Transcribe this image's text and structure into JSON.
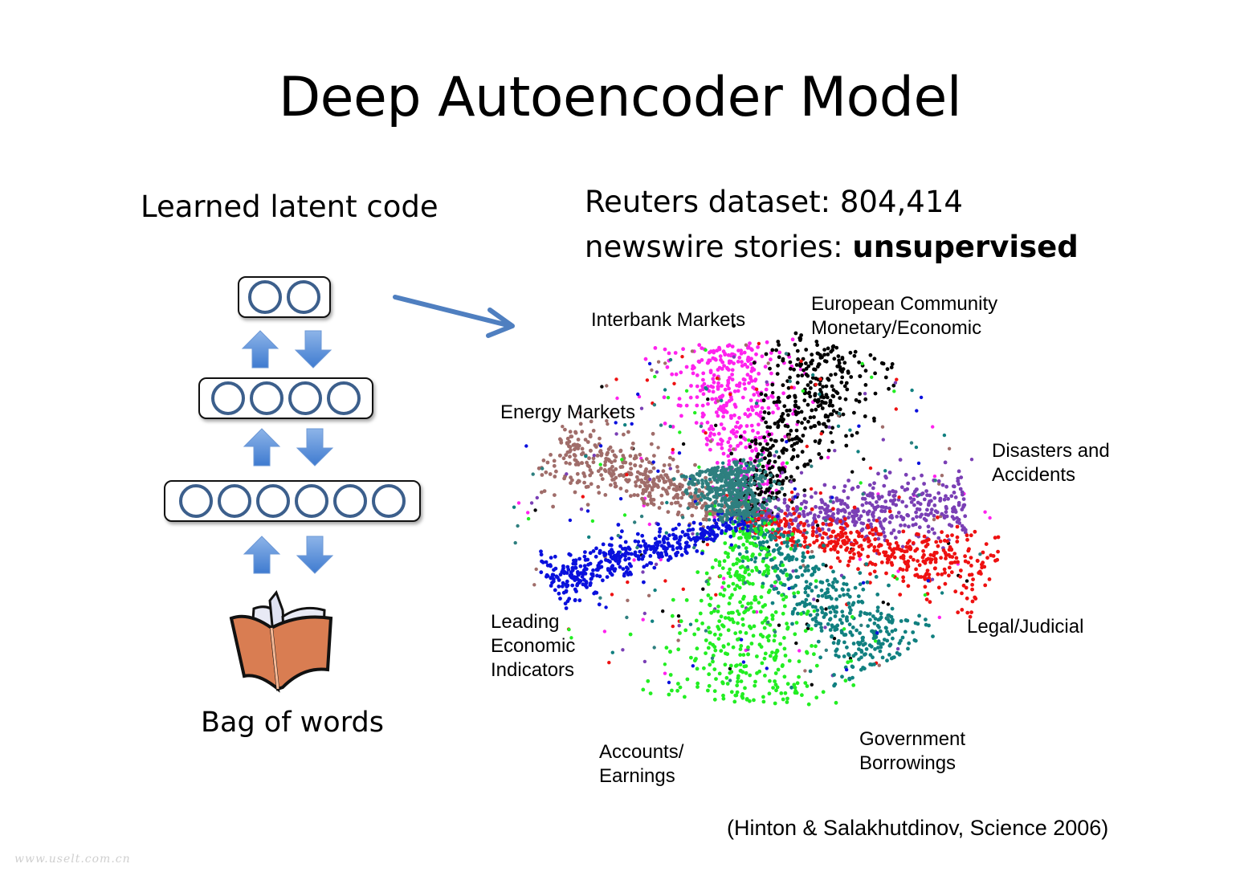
{
  "slide": {
    "title": "Deep Autoencoder Model",
    "left_heading": "Learned latent code",
    "right_heading_line1": "Reuters dataset: 804,414",
    "right_heading_line2_prefix": "newswire stories: ",
    "right_heading_line2_bold": "unsupervised",
    "bag_of_words_label": "Bag of words",
    "citation": "(Hinton & Salakhutdinov, Science 2006)",
    "watermark": "www.uselt.com.cn"
  },
  "diagram": {
    "layers": [
      {
        "name": "code-layer",
        "units": 2
      },
      {
        "name": "hidden-layer-2",
        "units": 4
      },
      {
        "name": "hidden-layer-1",
        "units": 6
      }
    ],
    "arrow_color": "#5b8fd6",
    "unit_color": "#3c5f8c",
    "book_colors": {
      "cover": "#d97d52",
      "pages": "#e8eaf5",
      "outline": "#111111"
    }
  },
  "chart_data": {
    "type": "scatter",
    "title": "",
    "xlabel": "",
    "ylabel": "",
    "grid": false,
    "description": "2-D latent codes of Reuters newswire documents; each color is one topic class radiating from a shared center",
    "clusters": [
      {
        "label": "Interbank Markets",
        "color": "#ff22ee",
        "angle_deg": 95,
        "length": 0.95,
        "spread": 0.1
      },
      {
        "label": "European Community Monetary/Economic",
        "color": "#000000",
        "angle_deg": 68,
        "length": 1.0,
        "spread": 0.1
      },
      {
        "label": "Energy Markets",
        "color": "#a06d6a",
        "angle_deg": 152,
        "length": 0.85,
        "spread": 0.08
      },
      {
        "label": "Disasters and Accidents",
        "color": "#7a3fb5",
        "angle_deg": 5,
        "length": 0.85,
        "spread": 0.09
      },
      {
        "label": "Legal/Judicial",
        "color": "#ee1111",
        "angle_deg": -18,
        "length": 1.0,
        "spread": 0.08
      },
      {
        "label": "Government Borrowings",
        "color": "#118080",
        "angle_deg": -55,
        "length": 0.95,
        "spread": 0.09
      },
      {
        "label": "Accounts/Earnings",
        "color": "#22ee22",
        "angle_deg": -92,
        "length": 1.0,
        "spread": 0.14
      },
      {
        "label": "Leading Economic Indicators",
        "color": "#0a10dd",
        "angle_deg": -155,
        "length": 0.85,
        "spread": 0.06
      },
      {
        "label": "Other (teal cluster)",
        "color": "#2e7f7f",
        "angle_deg": 110,
        "length": 0.3,
        "spread": 0.12
      }
    ],
    "labels": [
      {
        "text": "Interbank Markets"
      },
      {
        "text": "European Community\nMonetary/Economic"
      },
      {
        "text": "Energy Markets"
      },
      {
        "text": "Disasters and\nAccidents"
      },
      {
        "text": "Leading\nEconomic\nIndicators"
      },
      {
        "text": "Legal/Judicial"
      },
      {
        "text": "Accounts/\nEarnings"
      },
      {
        "text": "Government\nBorrowings"
      }
    ]
  }
}
